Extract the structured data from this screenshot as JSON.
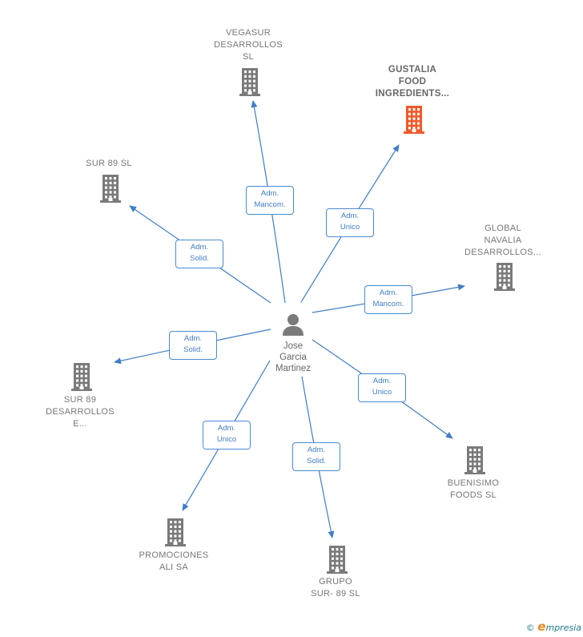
{
  "person": {
    "name": "Jose\nGarcia\nMartinez",
    "icon": "person-icon"
  },
  "companies": [
    {
      "id": "vegasur",
      "label": "VEGASUR\nDESARROLLOS\nSL",
      "highlight": false
    },
    {
      "id": "gustalia",
      "label": "GUSTALIA\nFOOD\nINGREDIENTS...",
      "highlight": true
    },
    {
      "id": "sur89sl",
      "label": "SUR 89 SL",
      "highlight": false
    },
    {
      "id": "global",
      "label": "GLOBAL\nNAVALIA\nDESARROLLOS...",
      "highlight": false
    },
    {
      "id": "sur89des",
      "label": "SUR 89\nDESARROLLOS\nE...",
      "highlight": false
    },
    {
      "id": "buenisimo",
      "label": "BUENISIMO\nFOODS  SL",
      "highlight": false
    },
    {
      "id": "promociones",
      "label": "PROMOCIONES\nALI SA",
      "highlight": false
    },
    {
      "id": "grupo",
      "label": "GRUPO\nSUR- 89 SL",
      "highlight": false
    }
  ],
  "relations": [
    {
      "to": "vegasur",
      "role": "Adm.\nMancom."
    },
    {
      "to": "gustalia",
      "role": "Adm.\nUnico"
    },
    {
      "to": "sur89sl",
      "role": "Adm.\nSolid."
    },
    {
      "to": "global",
      "role": "Adm.\nMancom."
    },
    {
      "to": "sur89des",
      "role": "Adm.\nSolid."
    },
    {
      "to": "buenisimo",
      "role": "Adm.\nUnico"
    },
    {
      "to": "promociones",
      "role": "Adm.\nUnico"
    },
    {
      "to": "grupo",
      "role": "Adm.\nSolid."
    }
  ],
  "colors": {
    "edge": "#3f7cc4",
    "building": "#7a7a7a",
    "highlight": "#f0592a"
  },
  "footer": {
    "copyright": "©",
    "brand_initial": "e",
    "brand_rest": "mpresia"
  }
}
